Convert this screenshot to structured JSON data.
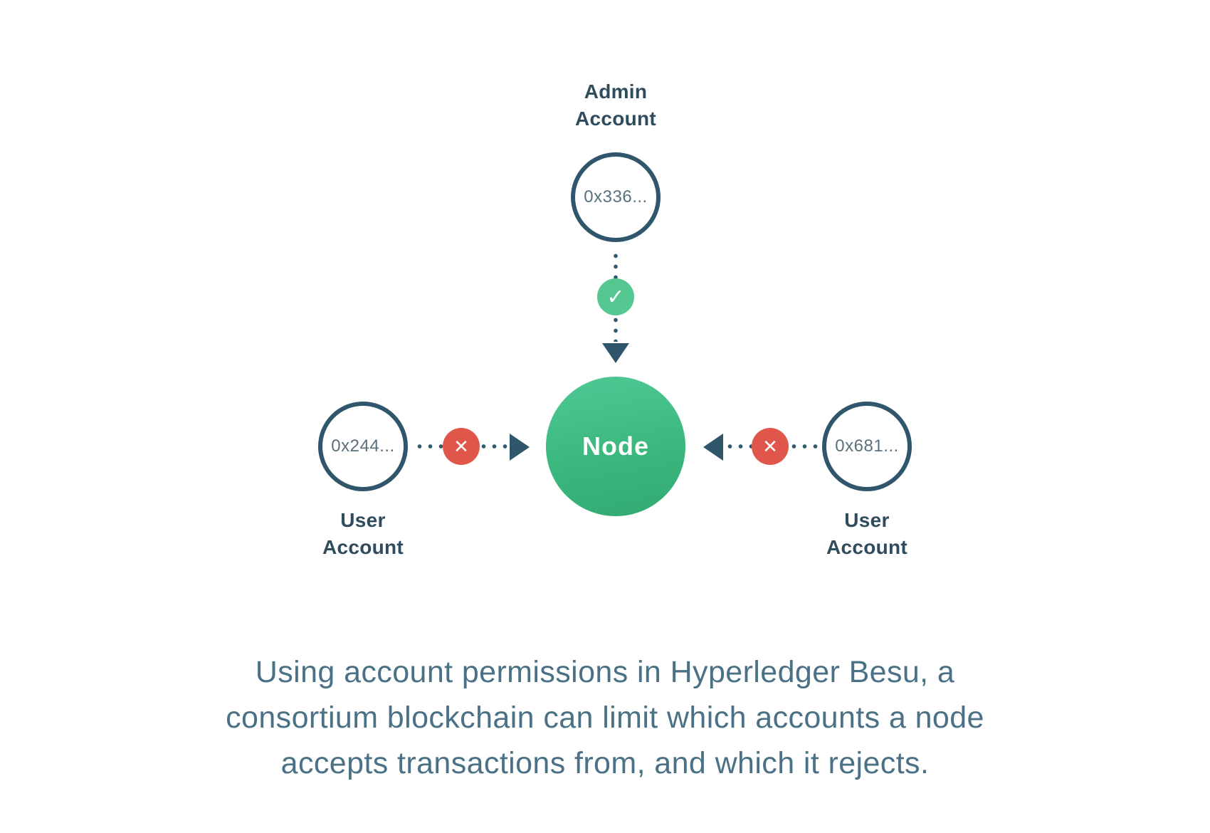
{
  "admin_account": {
    "label_line1": "Admin",
    "label_line2": "Account",
    "address": "0x336..."
  },
  "left_user_account": {
    "label_line1": "User",
    "label_line2": "Account",
    "address": "0x244..."
  },
  "right_user_account": {
    "label_line1": "User",
    "label_line2": "Account",
    "address": "0x681..."
  },
  "node": {
    "label": "Node"
  },
  "icons": {
    "check": "✓",
    "cross": "✕"
  },
  "caption": {
    "lines": [
      "Using account permissions in Hyperledger Besu, a",
      "consortium blockchain can limit which accounts a node",
      "accepts transactions from, and which it rejects."
    ]
  },
  "colors": {
    "node_green": "#3bb87e",
    "check_green": "#55c892",
    "cross_red": "#e0564b",
    "slate_dark": "#2f566b",
    "label_text": "#2e4c5e",
    "address_text": "#5a717d",
    "caption_text": "#4a7186",
    "background": "#ffffff"
  }
}
